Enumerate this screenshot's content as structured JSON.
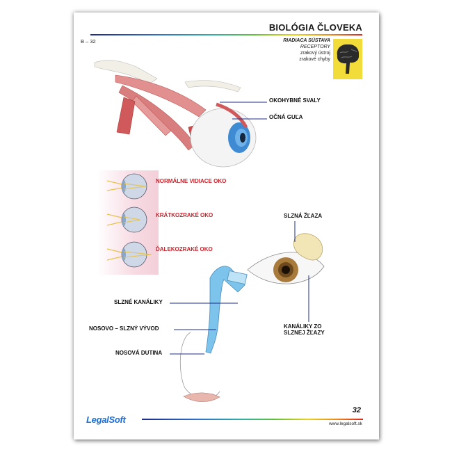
{
  "header": {
    "title": "BIOLÓGIA ČLOVEKA",
    "page_code": "B – 32",
    "topic_system": "RIADIACA SÚSTAVA",
    "topic_sub": "RECEPTORY",
    "topic_line1": "zrakový ústroj",
    "topic_line2": "zrakové chyby",
    "brain_icon": "brain-icon",
    "accent_color": "#f2dc39"
  },
  "eyeball": {
    "labels": [
      "OKOHYBNÉ SVALY",
      "OČNÁ GUĽA"
    ]
  },
  "vision": {
    "labels": [
      "NORMÁLNE VIDIACE OKO",
      "KRÁTKOZRAKÉ OKO",
      "ĎALEKOZRAKÉ OKO"
    ],
    "label_color": "#c4242c"
  },
  "tear": {
    "gland": "SLZNÁ ŽĽAZA",
    "canals": "SLZNÉ KANÁLIKY",
    "duct": "NOSOVO – SLZNÝ VÝVOD",
    "nasal": "NOSOVÁ DUTINA",
    "gland_canals_1": "KANÁLIKY ZO",
    "gland_canals_2": "SLZNEJ ŽĽAZY"
  },
  "footer": {
    "logo": "LegalSoft",
    "page_number": "32",
    "url": "www.legalsoft.sk"
  }
}
